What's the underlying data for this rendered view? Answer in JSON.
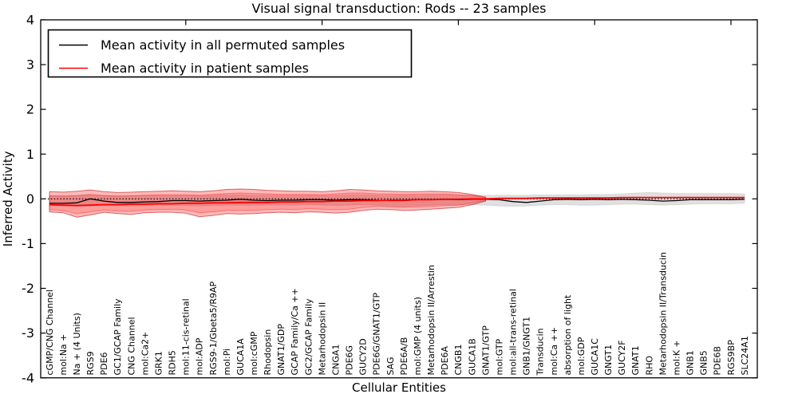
{
  "figure": {
    "title": "Visual signal transduction: Rods -- 23 samples",
    "xlabel": "Cellular Entities",
    "ylabel": "Inferred Activity",
    "legend": [
      {
        "label": "Mean activity in all permuted samples",
        "color": "#000000"
      },
      {
        "label": "Mean activity in patient samples",
        "color": "#ff0000"
      }
    ]
  },
  "chart_data": {
    "type": "line",
    "title": "Visual signal transduction: Rods -- 23 samples",
    "xlabel": "Cellular Entities",
    "ylabel": "Inferred Activity",
    "ylim": [
      -4,
      4
    ],
    "yticks": [
      -4,
      -3,
      -2,
      -1,
      0,
      1,
      2,
      3,
      4
    ],
    "top_tick_indices": [
      10,
      20,
      30,
      40,
      50
    ],
    "grid": false,
    "legend_position": "upper left",
    "zero_reference_line": {
      "value": 0,
      "style": "dotted",
      "color": "#000000"
    },
    "categories": [
      "cGMP/CNG Channel",
      "mol:Na +",
      "Na + (4 Units)",
      "RGS9",
      "PDE6",
      "GC1/GCAP Family",
      "CNG Channel",
      "mol:Ca2+",
      "GRK1",
      "RDH5",
      "mol:11-cis-retinal",
      "mol:ADP",
      "RGS9-1/Gbeta5/R9AP",
      "mol:Pi",
      "GUCA1A",
      "mol:cGMP",
      "Rhodopsin",
      "GNAT1/GDP",
      "GCAP Family/Ca ++",
      "GC2/GCAP Family",
      "Metarhodopsin II",
      "CNGA1",
      "PDE6G",
      "GUCY2D",
      "PDE6G/GNAT1/GTP",
      "SAG",
      "PDE6A/B",
      "mol:GMP (4 units)",
      "Metarhodopsin II/Arrestin",
      "PDE6A",
      "CNGB1",
      "GUCA1B",
      "GNAT1/GTP",
      "mol:GTP",
      "mol:all-trans-retinal",
      "GNB1/GNGT1",
      "Transducin",
      "mol:Ca ++",
      "absorption of light",
      "mol:GDP",
      "GUCA1C",
      "GNGT1",
      "GUCY2F",
      "GNAT1",
      "RHO",
      "Metarhodopsin II/Transducin",
      "mol:K +",
      "GNB1",
      "GNB5",
      "PDE6B",
      "RGS9BP",
      "SLC24A1"
    ],
    "series": [
      {
        "name": "Mean activity in all permuted samples",
        "color": "#000000",
        "style": "solid",
        "values": [
          -0.1,
          -0.1,
          -0.09,
          0.0,
          -0.05,
          -0.08,
          -0.08,
          -0.07,
          -0.06,
          -0.04,
          -0.04,
          -0.05,
          -0.04,
          -0.03,
          -0.01,
          -0.03,
          -0.04,
          -0.03,
          -0.03,
          -0.02,
          -0.02,
          -0.03,
          -0.02,
          -0.02,
          -0.03,
          -0.04,
          -0.04,
          -0.02,
          -0.02,
          -0.01,
          -0.02,
          -0.01,
          -0.01,
          -0.02,
          -0.06,
          -0.08,
          -0.05,
          -0.02,
          -0.01,
          -0.02,
          -0.01,
          -0.02,
          -0.01,
          -0.02,
          -0.03,
          -0.05,
          -0.04,
          -0.02,
          -0.02,
          -0.02,
          -0.02,
          -0.01
        ]
      },
      {
        "name": "Mean activity in patient samples",
        "color": "#ff0000",
        "style": "solid",
        "values": [
          -0.13,
          -0.14,
          -0.15,
          -0.14,
          -0.13,
          -0.13,
          -0.12,
          -0.12,
          -0.11,
          -0.11,
          -0.1,
          -0.1,
          -0.09,
          -0.09,
          -0.08,
          -0.08,
          -0.08,
          -0.07,
          -0.07,
          -0.06,
          -0.06,
          -0.05,
          -0.05,
          -0.04,
          -0.04,
          -0.03,
          -0.03,
          -0.02,
          -0.02,
          -0.01,
          -0.01,
          0.0,
          0.0,
          0.01,
          0.01,
          0.01,
          0.02,
          0.02,
          0.02,
          0.02,
          0.02,
          0.02,
          0.03,
          0.03,
          0.03,
          0.03,
          0.03,
          0.03,
          0.03,
          0.03,
          0.03,
          0.03
        ]
      }
    ],
    "bands": [
      {
        "name": "permuted-samples-range",
        "fill": "rgba(0,0,0,0.12)",
        "stroke": "rgba(0,0,0,0.09)",
        "start_index": 0,
        "upper": [
          0.07,
          0.07,
          0.08,
          0.09,
          0.08,
          0.07,
          0.07,
          0.08,
          0.08,
          0.08,
          0.08,
          0.07,
          0.08,
          0.09,
          0.09,
          0.08,
          0.08,
          0.08,
          0.08,
          0.08,
          0.08,
          0.08,
          0.09,
          0.09,
          0.08,
          0.08,
          0.08,
          0.08,
          0.09,
          0.09,
          0.08,
          0.08,
          0.08,
          0.08,
          0.08,
          0.08,
          0.09,
          0.09,
          0.09,
          0.09,
          0.1,
          0.1,
          0.11,
          0.13,
          0.14,
          0.13,
          0.12,
          0.12,
          0.12,
          0.12,
          0.12,
          0.11
        ],
        "lower": [
          -0.15,
          -0.15,
          -0.16,
          -0.15,
          -0.14,
          -0.15,
          -0.15,
          -0.14,
          -0.14,
          -0.14,
          -0.15,
          -0.16,
          -0.15,
          -0.14,
          -0.14,
          -0.14,
          -0.14,
          -0.14,
          -0.14,
          -0.13,
          -0.14,
          -0.15,
          -0.14,
          -0.13,
          -0.14,
          -0.16,
          -0.17,
          -0.15,
          -0.14,
          -0.13,
          -0.13,
          -0.13,
          -0.14,
          -0.16,
          -0.17,
          -0.16,
          -0.14,
          -0.13,
          -0.13,
          -0.14,
          -0.14,
          -0.13,
          -0.12,
          -0.12,
          -0.13,
          -0.14,
          -0.13,
          -0.12,
          -0.11,
          -0.11,
          -0.11,
          -0.1
        ]
      },
      {
        "name": "patient-samples-range-outer",
        "fill": "rgba(255,0,0,0.27)",
        "stroke": "rgba(185,0,0,0.55)",
        "start_index": 0,
        "upper": [
          0.16,
          0.15,
          0.17,
          0.2,
          0.16,
          0.14,
          0.15,
          0.16,
          0.17,
          0.18,
          0.17,
          0.16,
          0.18,
          0.21,
          0.22,
          0.21,
          0.19,
          0.18,
          0.17,
          0.17,
          0.16,
          0.18,
          0.21,
          0.2,
          0.18,
          0.17,
          0.16,
          0.16,
          0.17,
          0.16,
          0.14,
          0.1,
          0.04
        ],
        "lower": [
          -0.29,
          -0.31,
          -0.41,
          -0.36,
          -0.3,
          -0.33,
          -0.35,
          -0.31,
          -0.3,
          -0.3,
          -0.32,
          -0.4,
          -0.37,
          -0.33,
          -0.34,
          -0.33,
          -0.31,
          -0.3,
          -0.31,
          -0.29,
          -0.3,
          -0.32,
          -0.3,
          -0.26,
          -0.23,
          -0.24,
          -0.26,
          -0.25,
          -0.23,
          -0.21,
          -0.19,
          -0.13,
          -0.05
        ]
      },
      {
        "name": "patient-samples-range-inner",
        "fill": "rgba(255,0,0,0.16)",
        "stroke": "rgba(255,0,0,0.35)",
        "start_index": 0,
        "upper": [
          0.07,
          0.06,
          0.07,
          0.1,
          0.07,
          0.06,
          0.07,
          0.08,
          0.09,
          0.09,
          0.09,
          0.08,
          0.1,
          0.12,
          0.13,
          0.12,
          0.11,
          0.1,
          0.1,
          0.1,
          0.09,
          0.11,
          0.13,
          0.13,
          0.11,
          0.11,
          0.1,
          0.11,
          0.11,
          0.11,
          0.09,
          0.07,
          0.03
        ],
        "lower": [
          -0.24,
          -0.26,
          -0.33,
          -0.29,
          -0.25,
          -0.27,
          -0.28,
          -0.25,
          -0.24,
          -0.24,
          -0.25,
          -0.31,
          -0.29,
          -0.26,
          -0.26,
          -0.26,
          -0.24,
          -0.23,
          -0.24,
          -0.22,
          -0.23,
          -0.24,
          -0.23,
          -0.19,
          -0.17,
          -0.18,
          -0.19,
          -0.18,
          -0.17,
          -0.15,
          -0.14,
          -0.09,
          -0.04
        ]
      }
    ]
  }
}
